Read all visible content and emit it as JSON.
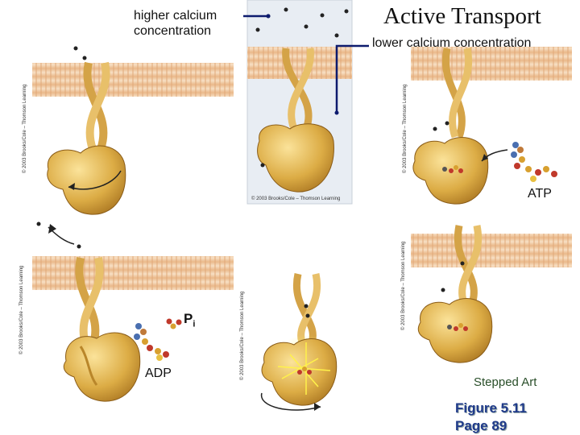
{
  "title": "Active Transport",
  "labels": {
    "higher_calcium": "higher calcium concentration",
    "lower_calcium": "lower calcium concentration",
    "atp": "ATP",
    "pi": "P",
    "pi_sub": "i",
    "adp": "ADP",
    "stepped_art": "Stepped Art",
    "figure": "Figure 5.11",
    "page": "Page 89"
  },
  "credits": {
    "credit_1": "© 2003 Brooks/Cole – Thomson Learning",
    "credit_2": "© 2003 Brooks/Cole – Thomson Learning",
    "credit_3": "© 2003 Brooks/Cole – Thomson Learning",
    "credit_4": "© 2003 Brooks/Cole – Thomson Learning",
    "credit_5": "© 2003 Brooks/Cole – Thomson Learning",
    "credit_6": "© 2003 Brooks/Cole – Thomson Learning"
  },
  "colors": {
    "membrane": "#f2c9a0",
    "protein": "#d9a83c",
    "protein_light": "#f4d27a",
    "leader_line": "#0d1b6e",
    "ion": "#222222",
    "panel_bg": "#e6ecf4"
  }
}
